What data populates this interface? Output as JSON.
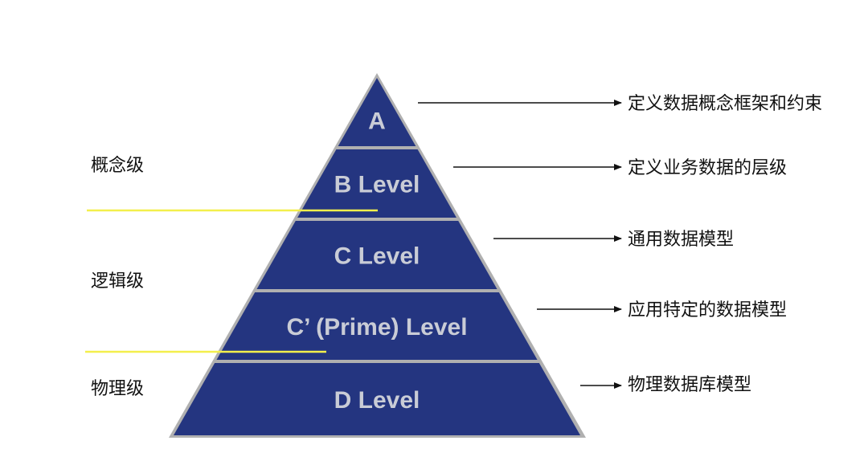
{
  "diagram": {
    "colors": {
      "tier_fill": "#243580",
      "outline": "#b0b0b0",
      "tier_text": "#c9ccd6",
      "divider_line": "#f3ef4c",
      "arrow": "#111111"
    },
    "tiers": [
      {
        "label": "A",
        "description": "定义数据概念框架和约束"
      },
      {
        "label": "B Level",
        "description": "定义业务数据的层级"
      },
      {
        "label": "C Level",
        "description": "通用数据模型"
      },
      {
        "label": "C’ (Prime) Level",
        "description": "应用特定的数据模型"
      },
      {
        "label": "D Level",
        "description": "物理数据库模型"
      }
    ],
    "groups": [
      {
        "label": "概念级"
      },
      {
        "label": "逻辑级"
      },
      {
        "label": "物理级"
      }
    ]
  }
}
